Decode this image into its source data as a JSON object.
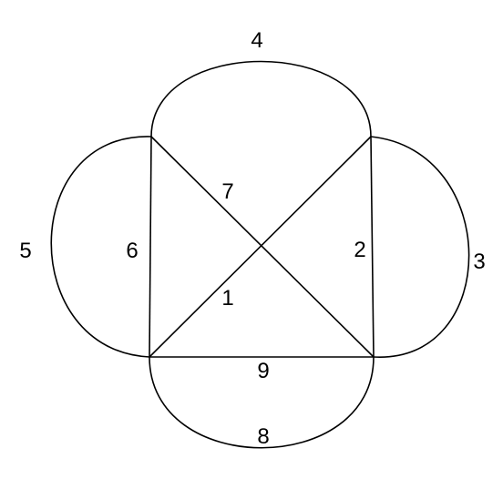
{
  "colors": {
    "background": "#ffffff",
    "stroke": "#000000",
    "text": "#000000"
  },
  "diagram": {
    "nodes": [
      {
        "id": "top-left"
      },
      {
        "id": "top-right"
      },
      {
        "id": "bottom-left"
      },
      {
        "id": "bottom-right"
      },
      {
        "id": "center"
      }
    ],
    "edges": [
      {
        "label": "1",
        "from": "bottom-left",
        "to": "top-right",
        "shape": "straight"
      },
      {
        "label": "2",
        "from": "top-right",
        "to": "bottom-right",
        "shape": "straight"
      },
      {
        "label": "3",
        "from": "top-right",
        "to": "bottom-right",
        "shape": "arc"
      },
      {
        "label": "4",
        "from": "top-left",
        "to": "top-right",
        "shape": "arc"
      },
      {
        "label": "5",
        "from": "top-left",
        "to": "bottom-left",
        "shape": "arc"
      },
      {
        "label": "6",
        "from": "top-left",
        "to": "bottom-left",
        "shape": "straight"
      },
      {
        "label": "7",
        "from": "top-left",
        "to": "bottom-right",
        "shape": "straight"
      },
      {
        "label": "8",
        "from": "bottom-left",
        "to": "bottom-right",
        "shape": "arc"
      },
      {
        "label": "9",
        "from": "bottom-left",
        "to": "bottom-right",
        "shape": "straight"
      }
    ]
  }
}
